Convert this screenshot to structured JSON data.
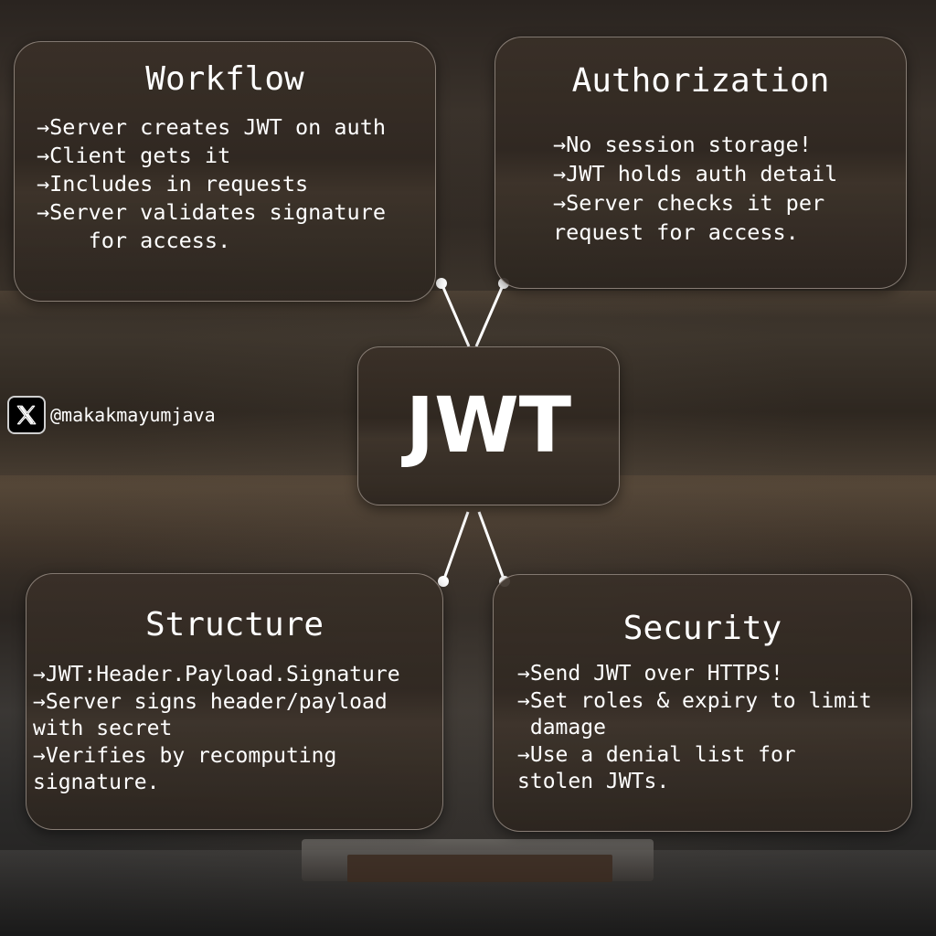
{
  "center": {
    "title": "JWT"
  },
  "cards": {
    "workflow": {
      "title": "Workflow",
      "body": "→Server creates JWT on auth\n→Client gets it\n→Includes in requests\n→Server validates signature\n    for access."
    },
    "authorization": {
      "title": "Authorization",
      "body": "→No session storage!\n→JWT holds auth detail\n→Server checks it per\nrequest for access."
    },
    "structure": {
      "title": "Structure",
      "body": "→JWT:Header.Payload.Signature\n→Server signs header/payload\nwith secret\n→Verifies by recomputing\nsignature."
    },
    "security": {
      "title": "Security",
      "body": "→Send JWT over HTTPS!\n→Set roles & expiry to limit\n damage\n→Use a denial list for\nstolen JWTs."
    }
  },
  "social": {
    "icon": "x-logo-icon",
    "handle": "@makakmayumjava"
  },
  "colors": {
    "card_border": "#c8beb4",
    "text": "#ffffff",
    "connector": "#ffffff"
  }
}
